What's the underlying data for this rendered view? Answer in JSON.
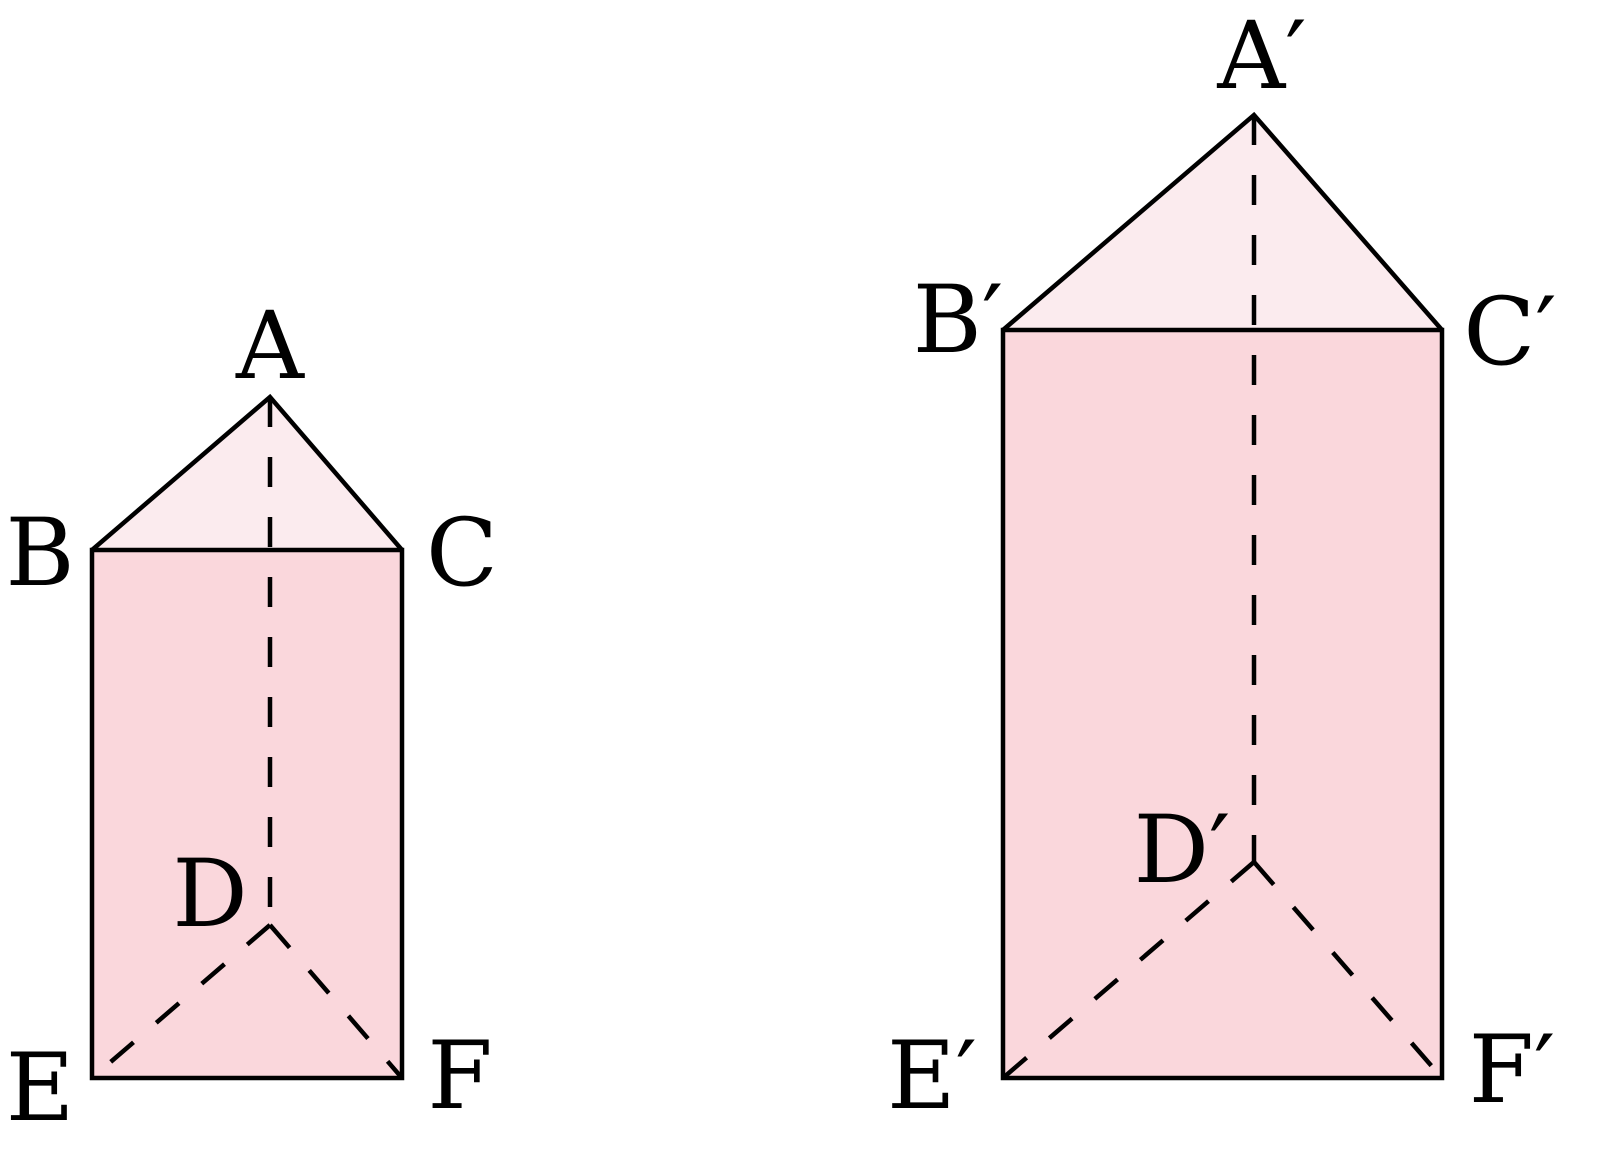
{
  "colors": {
    "prism_face": "#fad7dc",
    "prism_top": "#fbebee",
    "stroke": "#000000"
  },
  "prism_small": {
    "labels": {
      "A": "A",
      "B": "B",
      "C": "C",
      "D": "D",
      "E": "E",
      "F": "F"
    }
  },
  "prism_large": {
    "labels": {
      "A": "A′",
      "B": "B′",
      "C": "C′",
      "D": "D′",
      "E": "E′",
      "F": "F′"
    }
  }
}
